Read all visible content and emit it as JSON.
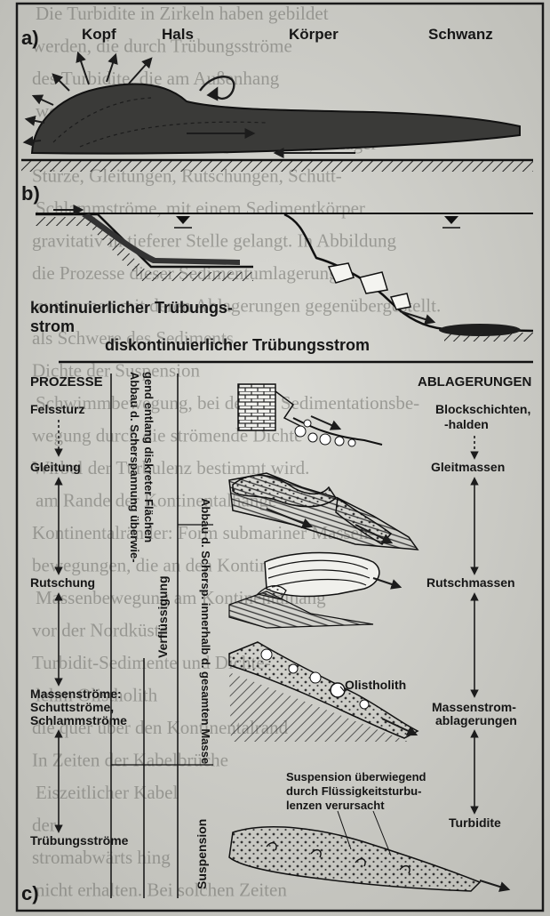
{
  "panel_a": {
    "letter": "a)",
    "labels": {
      "kopf": "Kopf",
      "hals": "Hals",
      "koerper": "Körper",
      "schwanz": "Schwanz"
    }
  },
  "panel_b": {
    "letter": "b)",
    "continuous": [
      "kontinuierlicher Trübungs-",
      "strom"
    ],
    "discontinuous": "diskontinuierlicher Trübungsstrom"
  },
  "panel_c": {
    "letter": "c)",
    "processes_header": "PROZESSE",
    "deposits_header": "ABLAGERUNGEN",
    "processes": [
      [
        "Felssturz"
      ],
      [
        "Gleitung"
      ],
      [
        "Rutschung"
      ],
      [
        "Massenströme:",
        "Schuttströme,",
        "Schlammströme"
      ],
      [
        "Trübungsströme"
      ]
    ],
    "deposits": [
      [
        "Blockschichten,",
        "-halden"
      ],
      [
        "Gleitmassen"
      ],
      [
        "Rutschmassen"
      ],
      [
        "Massenstrom-",
        "ablagerungen"
      ],
      [
        "Turbidite"
      ]
    ],
    "mechanism_1": [
      "Abbau d. Scherspannung überwie-",
      "gend entlang diskreter Flächen"
    ],
    "mechanism_2": "Abbau d. Schersp. innerhalb d. gesamten Masse",
    "verfluessigung": "Verflüssigung",
    "suspension": "Suspension",
    "olistholith": "Olistholith",
    "suspension_note": [
      "Suspension überwiegend",
      "durch Flüssigkeitsturbu-",
      "lenzen verursacht"
    ]
  },
  "background_text_lines": [
    "Die Turbidite in Zirkeln haben gebildet",
    "werden, die durch Trübungsströme",
    "des Turbidite, die am Außenhang",
    "wo sie",
    "Sonstige gut-bauter Transportmedien, Ablager-",
    "Stürze, Gleitungen, Rutschungen, Schutt-",
    "Schlammströme, mit einem Sedimentkörper",
    "gravitativ in tieferer Stelle gelangt. In Abbildung",
    "die Prozesse dieser Sedimentumlagerungs-",
    "zusammen mit deren Ablagerungen gegenübergestellt.",
    "als Schwere des Sediments",
    "Dichte der Suspension",
    "Schwimmbewegung, bei der die Sedimentationsbe-",
    "wegung durch die strömende Dichte",
    "Wirbel der Turbulenz bestimmt wird.",
    "am Rande der Kontinentalhänge",
    "Kontinentalränder: Form submariner Massen-",
    "bewegungen, die an den Kontinentalrändern",
    "Massenbewegung am Kontinentalhang",
    "vor der Nordküste",
    "Turbidit-Sedimente und Dichte-",
    "lehm Olistholith",
    "die quer über den Kontinentalrand",
    "In Zeiten der Kabelbrüche",
    "Eiszeitlicher Kabel",
    "der",
    "stromabwärts hing",
    "nicht erhalten. Bei solchen Zeiten"
  ]
}
